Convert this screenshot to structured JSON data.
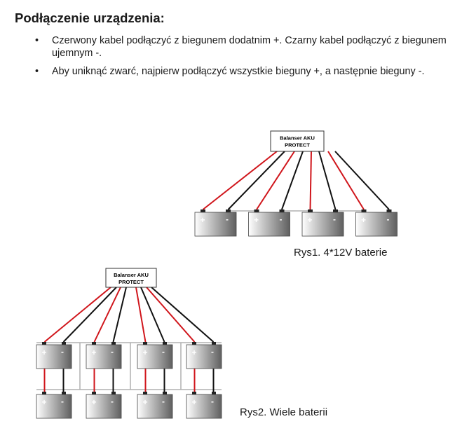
{
  "heading": "Podłączenie urządzenia:",
  "bullets": [
    {
      "marker": "•",
      "text": "Czerwony kabel podłączyć z biegunem dodatnim +. Czarny kabel podłączyć z biegunem ujemnym -."
    },
    {
      "marker": "•",
      "text": "Aby uniknąć zwarć, najpierw podłączyć wszystkie bieguny +, a następnie bieguny -."
    }
  ],
  "figure1": {
    "box_label_line1": "Balanser AKU",
    "box_label_line2": "PROTECT",
    "caption": "Rys1. 4*12V baterie",
    "battery_count": 4,
    "plus_symbol": "+",
    "minus_symbol": "-"
  },
  "figure2": {
    "box_label_line1": "Balanser AKU",
    "box_label_line2": "PROTECT",
    "caption": "Rys2. Wiele baterii",
    "battery_rows": 2,
    "battery_columns": 4,
    "plus_symbol": "+",
    "minus_symbol": "-"
  },
  "colors": {
    "positive_wire": "#d0151b",
    "negative_wire": "#111111",
    "link_wire": "#b0b0b0",
    "battery_light": "#ffffff",
    "battery_dark": "#666666",
    "text": "#1a1a1a"
  }
}
